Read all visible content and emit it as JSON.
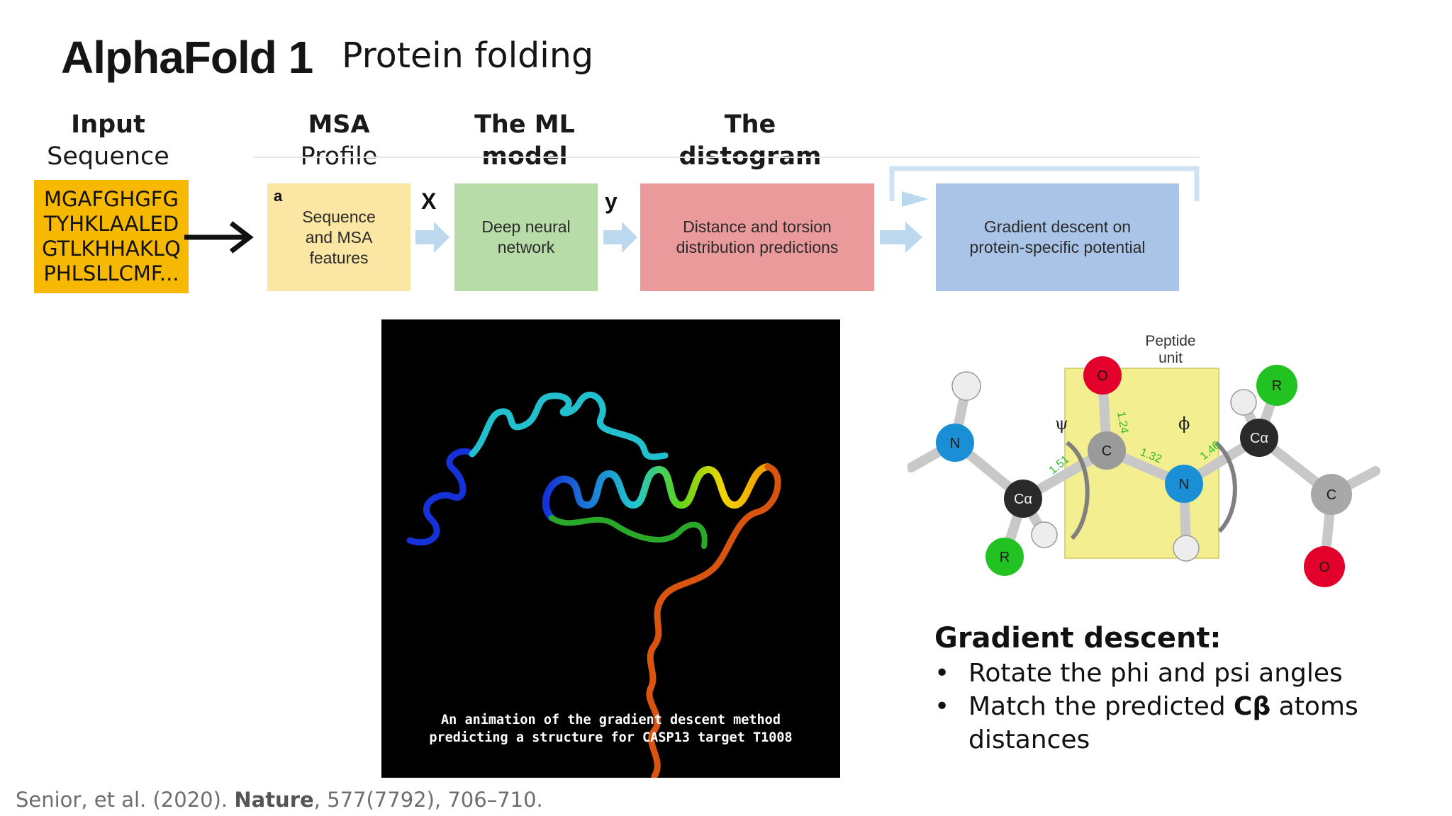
{
  "title": {
    "main": "AlphaFold 1",
    "sub": "Protein folding"
  },
  "stages": {
    "input": {
      "line1": "Input",
      "line2": "Sequence"
    },
    "msa": {
      "line1": "MSA",
      "line2": "Profile"
    },
    "ml": {
      "line1": "The ML",
      "line2": "model"
    },
    "distogram": {
      "line1": "The",
      "line2": "distogram"
    }
  },
  "sequence": [
    "MGAFGHGFG",
    "TYHKLAALED",
    "GTLKHHAKLQ",
    "PHLSLLCMF..."
  ],
  "pipeline": {
    "panel_letter": "a",
    "box1": [
      "Sequence",
      "and MSA",
      "features"
    ],
    "box2": [
      "Deep neural",
      "network"
    ],
    "box3": [
      "Distance and torsion",
      "distribution predictions"
    ],
    "box4": [
      "Gradient descent on",
      "protein-specific potential"
    ],
    "x_label": "X",
    "y_label": "y",
    "colors": {
      "box1": "#fbe6a3",
      "box2": "#b8dca7",
      "box3": "#ea9a9a",
      "box4": "#a9c4e7",
      "arrow": "#bcd8ee"
    }
  },
  "animation_caption": {
    "line1": "An animation of the gradient descent method",
    "line2": "predicting a structure for CASP13 target T1008"
  },
  "peptide": {
    "unit_label": [
      "Peptide",
      "unit"
    ],
    "psi": "ψ",
    "phi": "ϕ",
    "atoms": {
      "O": "O",
      "C": "C",
      "N": "N",
      "Ca": "Cα",
      "R": "R"
    },
    "bond_lengths": [
      "1.24",
      "1.51",
      "1.32",
      "1.46"
    ]
  },
  "gradient_descent": {
    "title": "Gradient descent:",
    "bullet1": "Rotate the phi and psi angles",
    "bullet2_pre": "Match the predicted ",
    "bullet2_bold": "Cβ",
    "bullet2_post": " atoms",
    "bullet2_line2": "distances"
  },
  "citation": {
    "pre": "Senior, et al. (2020). ",
    "journal": "Nature",
    "post": ", 577(7792), 706–710."
  }
}
